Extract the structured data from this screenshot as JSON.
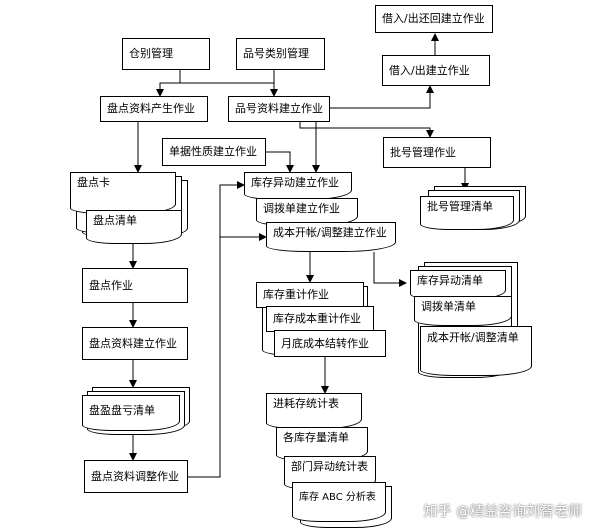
{
  "nodes": {
    "cangbie": "仓别管理",
    "pinhao_leibie": "品号类别管理",
    "jieru_huhui": "借入/出还回建立作业",
    "jieru_chu": "借入/出建立作业",
    "pandian_chansheng": "盘点资料产生作业",
    "pinhao_ziliao": "品号资料建立作业",
    "danju_xingzhi": "单据性质建立作业",
    "pihao_guanli": "批号管理作业",
    "pandianka": "盘点卡",
    "pandian_qingdan": "盘点清单",
    "kucun_yidong": "库存异动建立作业",
    "diaobodan": "调拨单建立作业",
    "chengben_kaizhang": "成本开帐/调整建立作业",
    "pihao_qingdan": "批号管理清单",
    "pandian_zuoye": "盘点作业",
    "kucun_yidong_qingdan": "库存异动清单",
    "diaobodan_qingdan": "调拨单清单",
    "chengben_qingdan": "成本开帐/调整清单",
    "kucun_zhongji": "库存重计作业",
    "kucun_chengben_zhongji": "库存成本重计作业",
    "yuedi_jiezhuan": "月底成本结转作业",
    "pandian_ziliao_jianli": "盘点资料建立作业",
    "panying_pankui": "盘盈盘亏清单",
    "jinhaocun": "进耗存统计表",
    "ge_kucun": "各库存量清单",
    "bumen_yidong": "部门异动统计表",
    "kucun_abc": "库存 ABC 分析表",
    "pandian_tiaozheng": "盘点资料调整作业"
  },
  "watermark": "知乎 @精益咨询刘智老师",
  "colors": {
    "line": "#000000",
    "box_fill": "#ffffff",
    "border": "#000000"
  }
}
